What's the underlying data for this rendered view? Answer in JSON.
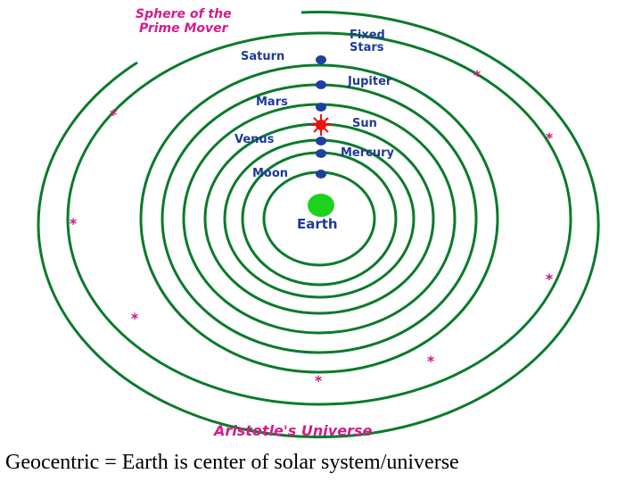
{
  "diagram": {
    "sphere_label_line1": "Sphere of the",
    "sphere_label_line2": "Prime Mover",
    "fixed_stars_line1": "Fixed",
    "fixed_stars_line2": "Stars",
    "planets": {
      "saturn": "Saturn",
      "jupiter": "Jupiter",
      "mars": "Mars",
      "sun": "Sun",
      "venus": "Venus",
      "mercury": "Mercury",
      "moon": "Moon",
      "earth": "Earth"
    },
    "title": "Aristotle's Universe"
  },
  "colors": {
    "orbit_green": "#0b7a2b",
    "planet_blue": "#1f3fa0",
    "label_blue": "#1e3a9a",
    "label_magenta": "#d21d8c",
    "sun_red": "#ee1111",
    "earth_green": "#1fd11f",
    "star_magenta": "#c8187a"
  },
  "caption": "Geocentric = Earth is center of solar system/universe"
}
